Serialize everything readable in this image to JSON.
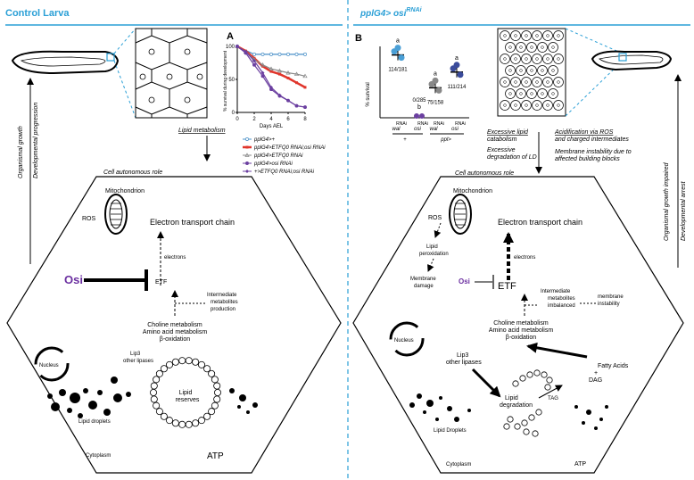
{
  "left_panel": {
    "title": "Control Larva",
    "panel_a": {
      "label": "A",
      "chart_data": {
        "type": "line",
        "ylabel": "% survival during development",
        "xlabel": "Days AEL",
        "xlim": [
          0,
          8
        ],
        "ylim": [
          0,
          100
        ],
        "x_ticks": [
          "0",
          "2",
          "4",
          "6",
          "8"
        ],
        "y_ticks": [
          "0",
          "50",
          "100"
        ],
        "series": [
          {
            "name": "pplG4>+",
            "marker": "circle",
            "color": "#4a90c8",
            "x": [
              0,
              2,
              3,
              4,
              5,
              6,
              7,
              8
            ],
            "values": [
              100,
              88,
              88,
              88,
              88,
              88,
              88,
              88
            ]
          },
          {
            "name": "pplG4>ETFQ0 RNAi;osi RNAi",
            "marker": "square",
            "color": "#e0352b",
            "x": [
              0,
              1,
              2,
              3,
              4,
              5,
              6,
              7,
              8
            ],
            "values": [
              100,
              93,
              82,
              70,
              62,
              58,
              52,
              45,
              38
            ]
          },
          {
            "name": "pplG4>ETFQ0 RNAi",
            "marker": "triangle",
            "color": "#888888",
            "x": [
              0,
              1,
              2,
              3,
              4,
              5,
              6,
              7,
              8
            ],
            "values": [
              100,
              92,
              80,
              72,
              66,
              63,
              60,
              58,
              55
            ]
          },
          {
            "name": "pplG4>osi RNAi",
            "marker": "circle",
            "color": "#6b3fa0",
            "x": [
              0,
              1,
              2,
              3,
              4,
              5,
              6,
              7,
              8
            ],
            "values": [
              100,
              90,
              72,
              55,
              35,
              25,
              18,
              10,
              8
            ]
          },
          {
            "name": "+>ETFQ0 RNAi;osi RNAi",
            "marker": "diamond",
            "color": "#6b3fa0",
            "x": [
              0,
              1,
              2,
              3,
              4,
              5,
              6,
              7,
              8
            ],
            "values": [
              100,
              92,
              78,
              60,
              38,
              26,
              18,
              10,
              8
            ]
          }
        ]
      }
    },
    "lipid_metabolism": "Lipid metabolism",
    "cell_autonomous": "Cell autonomous role",
    "organismal_growth": "Organismal growth",
    "developmental_progression": "Developmental progression",
    "mitochondrion": "Mitochondrion",
    "ros": "ROS",
    "etc": "Electron transport chain",
    "electrons": "electrons",
    "osi": "Osi",
    "etf": "ETF",
    "intermediate": [
      "Intermediate",
      "metabolites",
      "production"
    ],
    "metabolism": [
      "Choline metabolism",
      "Amino acid metabolism",
      "β-oxidation"
    ],
    "nucleus": "Nucleus",
    "lip3": [
      "Lip3",
      "other lipases"
    ],
    "lipid_reserves": [
      "Lipid",
      "reserves"
    ],
    "lipid_droplets": "Lipid droplets",
    "cytoplasm": "Cytoplasm",
    "atp": "ATP"
  },
  "right_panel": {
    "title": "pplG4> osi",
    "title_sup": "RNAi",
    "panel_b": {
      "label": "B",
      "chart_data": {
        "type": "scatter",
        "ylabel": "% survival",
        "categories": [
          "wal RNAi",
          "osi RNAi",
          "wal RNAi",
          "osi RNAi"
        ],
        "group_labels": [
          "+",
          "ppl>"
        ],
        "values": [
          0.44,
          0.0,
          0.21,
          0.32
        ],
        "counts": [
          "114/181",
          "0/285",
          "75/158",
          "111/214"
        ],
        "significance": [
          "a",
          "b",
          "a",
          "a"
        ]
      }
    },
    "acidification": [
      "Acidification via ROS",
      "and charged intermediates"
    ],
    "membrane_instability_note": [
      "Membrane instability due to",
      "affected building blocks"
    ],
    "excessive_lipid": [
      "Excessive lipid",
      "catabolism"
    ],
    "excessive_degradation": [
      "Excessive",
      "degradation of LD"
    ],
    "organismal_growth": "Organismal growth impaired",
    "developmental_arrest": "Developmental arrest",
    "cell_autonomous": "Cell autonomous role",
    "mitochondrion": "Mitochondrion",
    "ros": "ROS",
    "etc": "Electron transport chain",
    "lipid_peroxidation": [
      "Lipid",
      "peroxidation"
    ],
    "membrane_damage": [
      "Membrane",
      "damage"
    ],
    "electrons": "electrons",
    "osi": "Osi",
    "etf": "ETF",
    "intermediate": [
      "Intermediate",
      "metabolites",
      "imbalanced"
    ],
    "membrane_instability": [
      "membrane",
      "instability"
    ],
    "metabolism": [
      "Choline metabolism",
      "Amino acid metabolism",
      "β-oxidation"
    ],
    "nucleus": "Nucleus",
    "lip3": [
      "Lip3",
      "other lipases"
    ],
    "lipid_degradation": [
      "Lipid",
      "degradation"
    ],
    "tag": "TAG",
    "fatty_acids": [
      "Fatty Acids",
      "+",
      "DAG"
    ],
    "lipid_droplets": "Lipid Droplets",
    "cytoplasm": "Cytoplasm",
    "atp": "ATP"
  },
  "colors": {
    "accent": "#2a9fd6",
    "osi": "#6b2fa0",
    "red": "#e0352b"
  }
}
